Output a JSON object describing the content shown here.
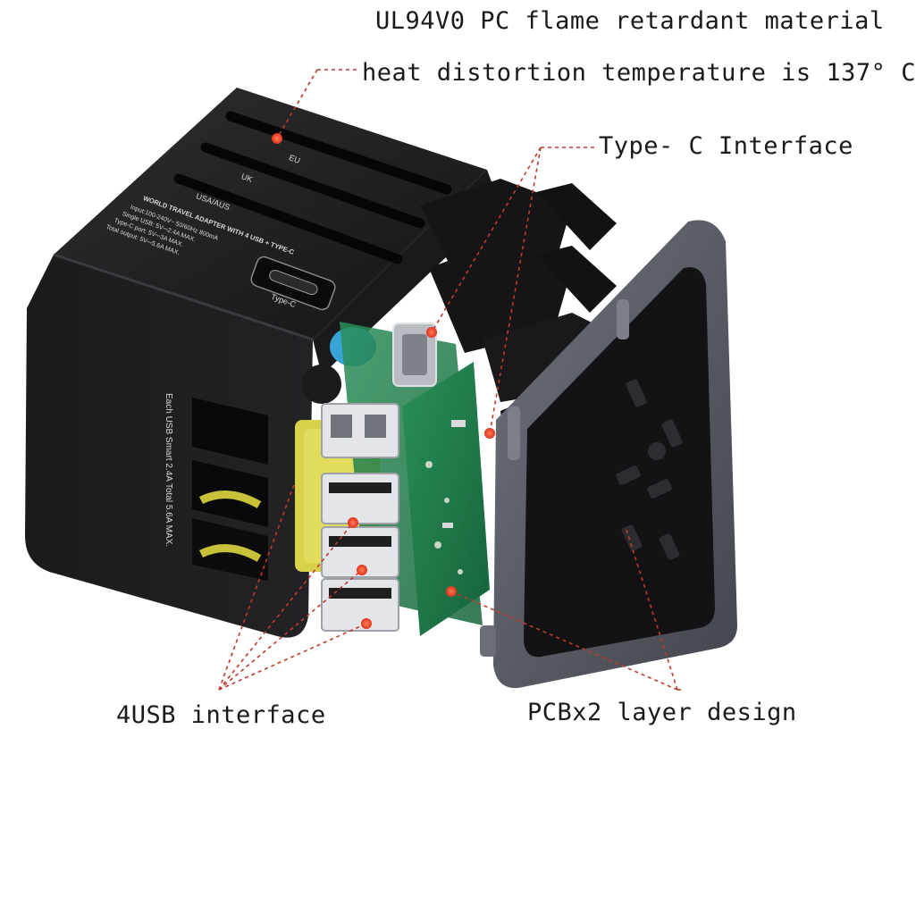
{
  "callouts": {
    "material": "UL94V0 PC flame retardant material",
    "heat": "heat distortion temperature is 137° C",
    "type_c": "Type- C Interface",
    "usb": "4USB interface",
    "pcb": "PCBx2 layer design"
  },
  "device_print": {
    "slot_eu": "EU",
    "slot_uk": "UK",
    "slot_usa": "USA/AUS",
    "product_title": "WORLD TRAVEL ADAPTER WITH 4 USB + TYPE-C",
    "spec_lines": [
      "Input:100-240V~ 50/60Hz 800mA",
      "Single USB: 5V⎓2.4A MAX.",
      "Type-C port: 5V⎓3A MAX.",
      "Total output: 5V⎓5.6A MAX."
    ],
    "port_label": "Type-C",
    "side_text": "Each USB Smart 2.4A Total 5.6A MAX."
  },
  "colors": {
    "body": "#1c1c1e",
    "faceplate_frame": "#5a5d66",
    "faceplate": "#141416",
    "pcb": "#1f7a4a",
    "leader": "#c0392b",
    "dot": "#e8452c"
  }
}
